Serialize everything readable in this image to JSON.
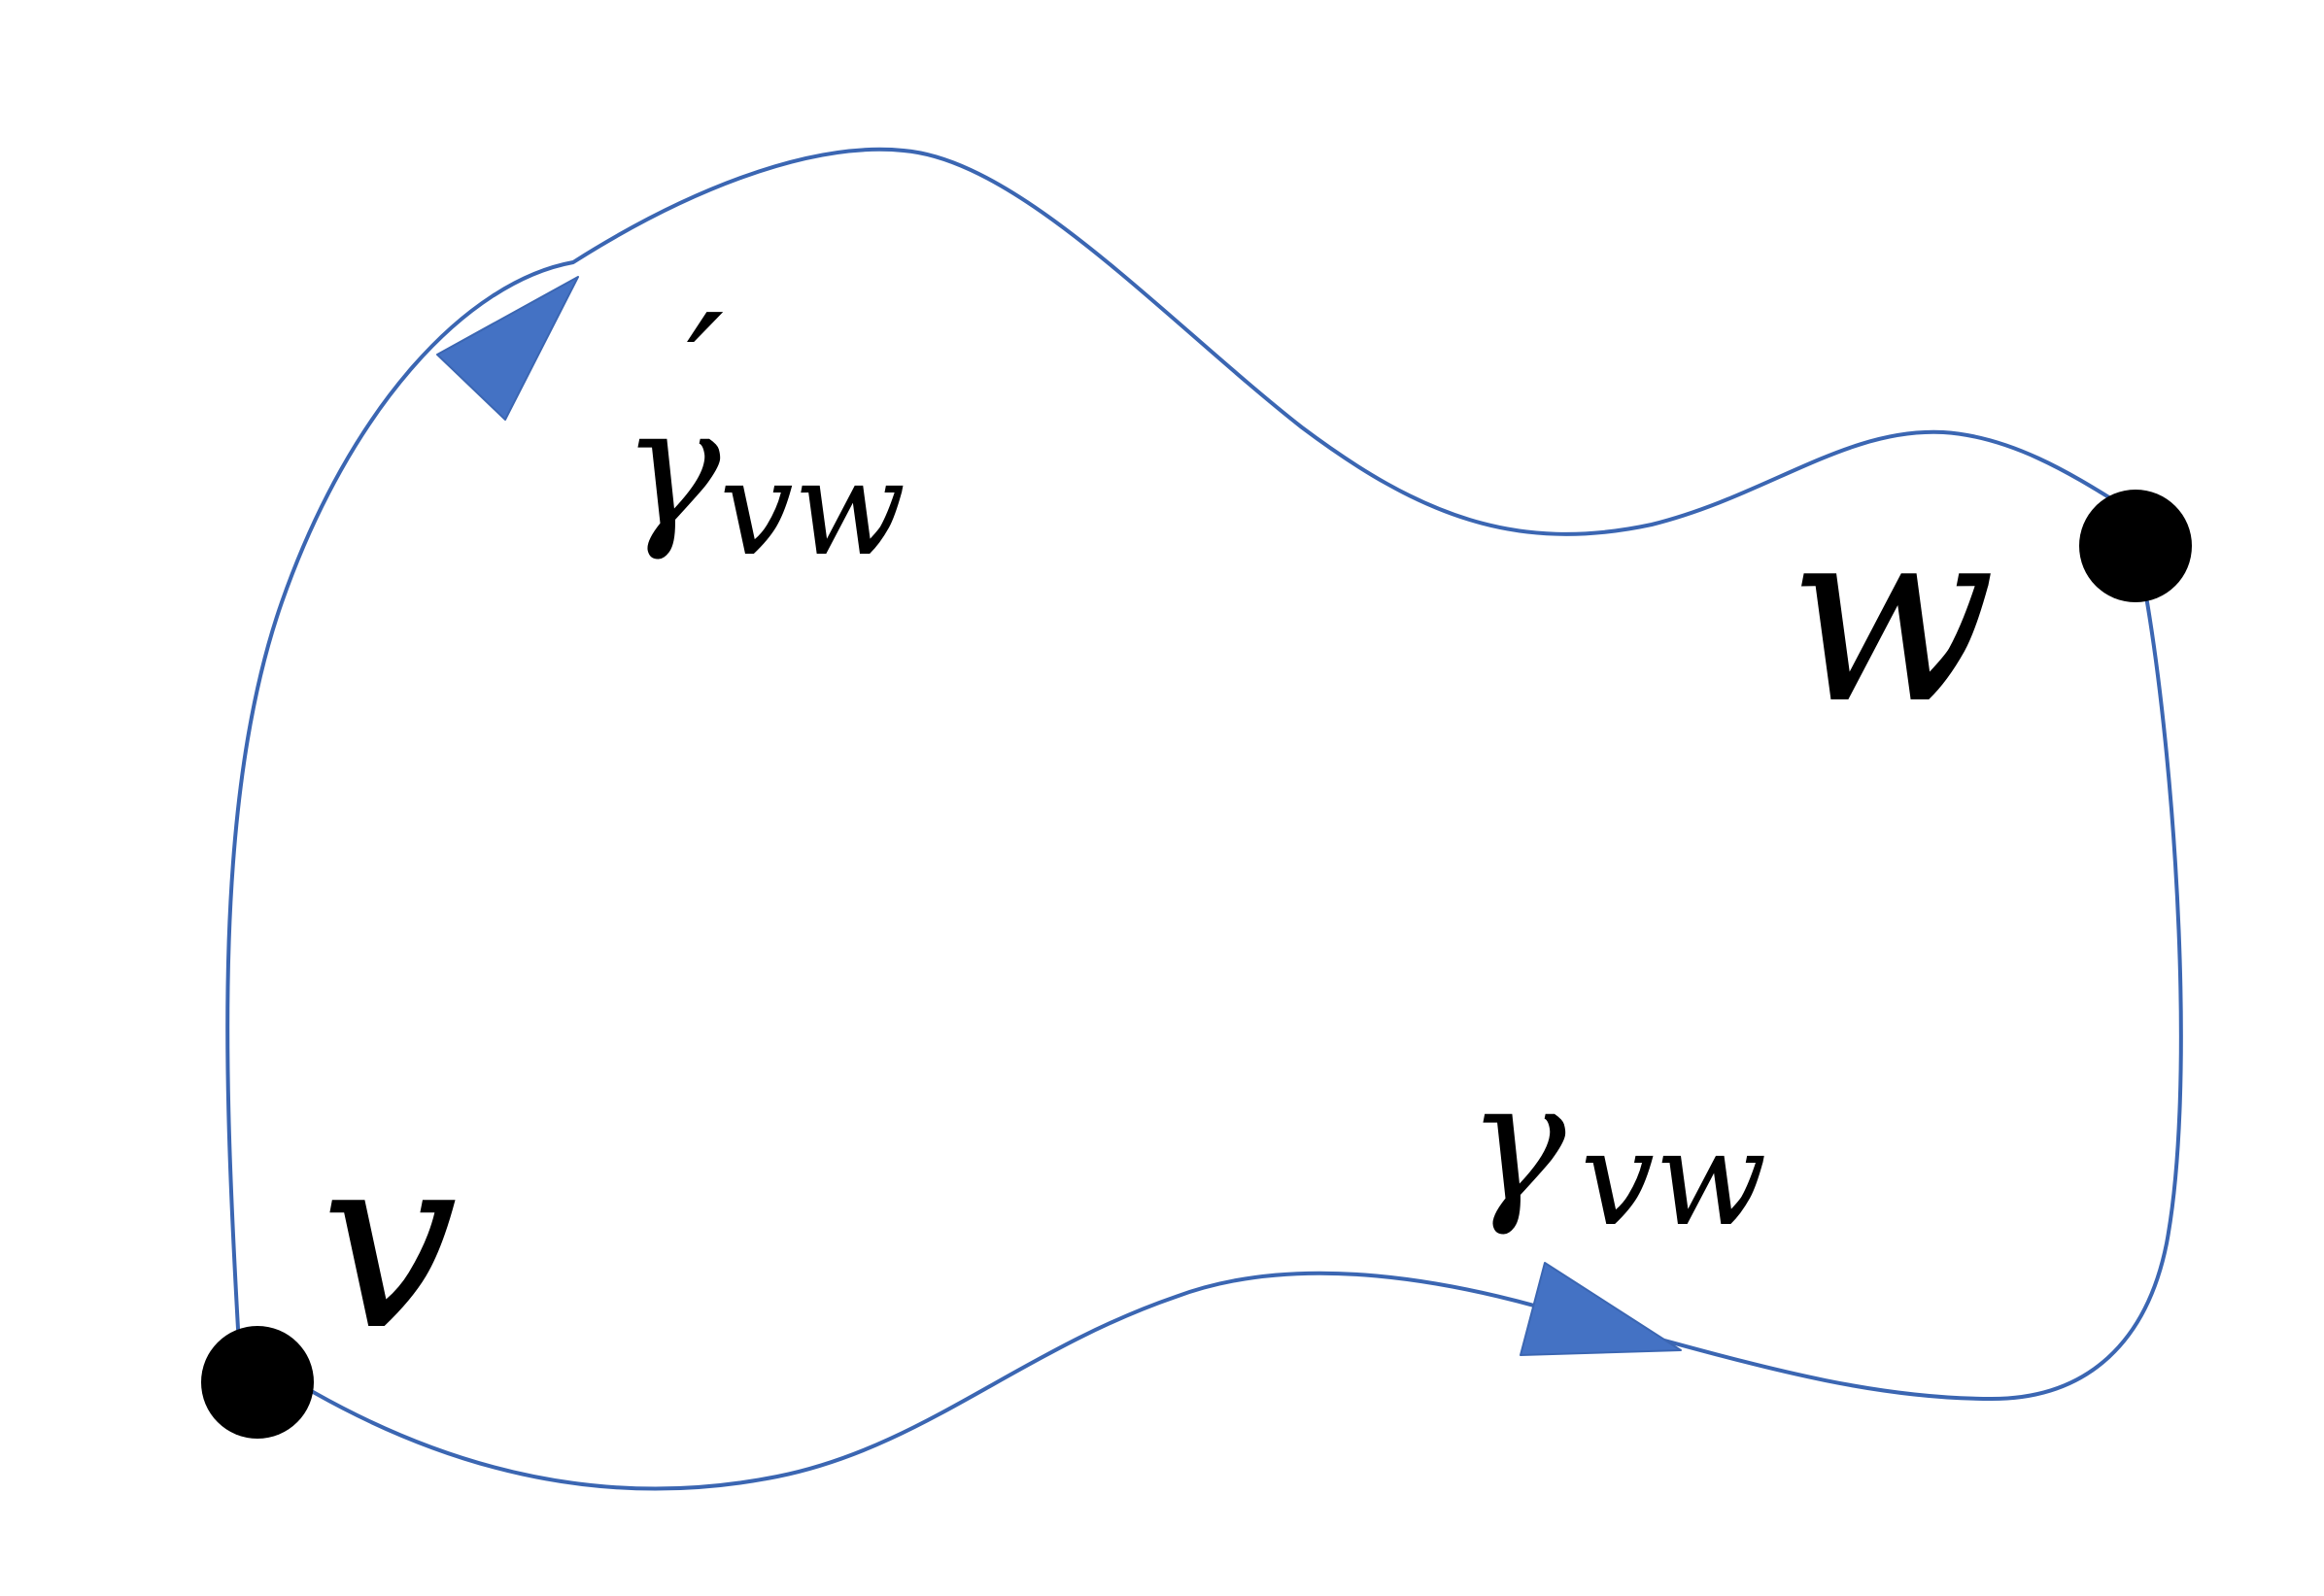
{
  "diagram": {
    "vertices": [
      {
        "id": "v",
        "label": "v"
      },
      {
        "id": "w",
        "label": "w"
      }
    ],
    "paths": [
      {
        "id": "gamma_prime_vw",
        "symbol": "γ",
        "prime": "′",
        "subscript": "vw",
        "from": "v",
        "to": "w"
      },
      {
        "id": "gamma_vw",
        "symbol": "γ",
        "prime": "",
        "subscript": "vw",
        "from": "v",
        "to": "w"
      }
    ],
    "colors": {
      "path_stroke": "#3b66b2",
      "arrow_fill": "#4472c4",
      "vertex": "#000000",
      "background": "#ffffff"
    }
  }
}
